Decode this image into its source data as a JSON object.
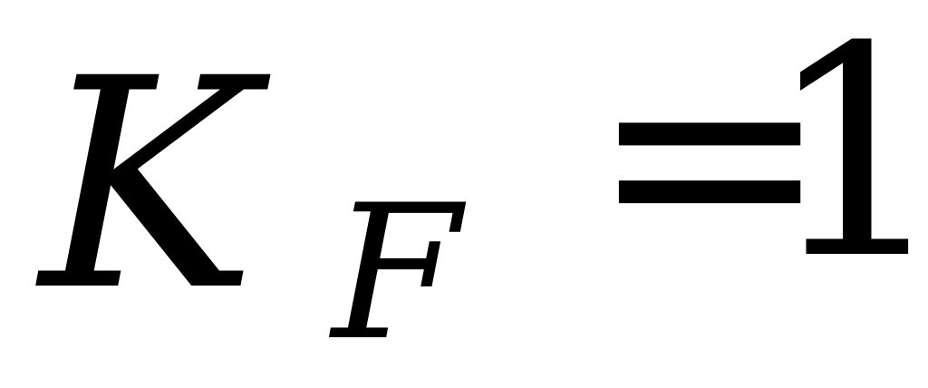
{
  "formula": {
    "variable": "K",
    "subscript": "F",
    "operator": "=",
    "value": "1"
  }
}
